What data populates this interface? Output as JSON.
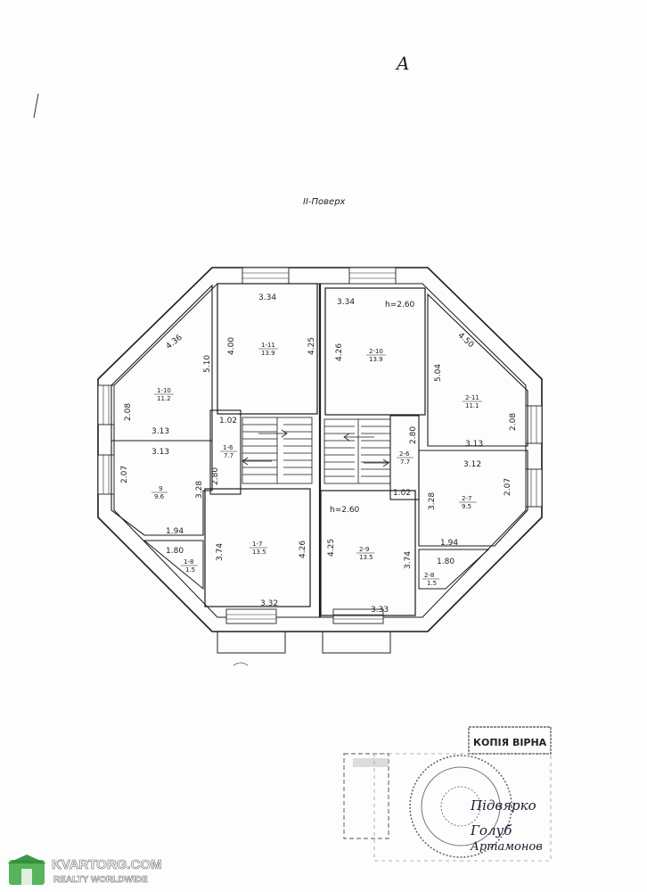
{
  "header": {
    "mark": "A",
    "floor_label": "II-Поверх"
  },
  "rooms": [
    {
      "id": "r111",
      "label": "1-11",
      "area": "13.9"
    },
    {
      "id": "r210",
      "label": "2-10",
      "area": "13.9"
    },
    {
      "id": "r110",
      "label": "1-10",
      "area": "11.2"
    },
    {
      "id": "r211",
      "label": "2-11",
      "area": "11.1"
    },
    {
      "id": "r19",
      "label": "9",
      "area": "9.6"
    },
    {
      "id": "r27",
      "label": "2-7",
      "area": "9.5"
    },
    {
      "id": "r16",
      "label": "1-6",
      "area": "7.7"
    },
    {
      "id": "r26",
      "label": "2-6",
      "area": "7.7"
    },
    {
      "id": "r17",
      "label": "1-7",
      "area": "13.5"
    },
    {
      "id": "r29",
      "label": "2-9",
      "area": "13.5"
    },
    {
      "id": "r18",
      "label": "1-8",
      "area": "1.5"
    },
    {
      "id": "r28",
      "label": "2-8",
      "area": "1.5"
    }
  ],
  "dimensions": {
    "d_334_left": "3.34",
    "d_334_right": "3.34",
    "d_h260_top": "h=2.60",
    "d_436": "4.36",
    "d_450": "4.50",
    "d_510": "5.10",
    "d_400": "4.00",
    "d_425_top": "4.25",
    "d_426_top": "4.26",
    "d_504": "5.04",
    "d_208_left": "2.08",
    "d_208_right": "2.08",
    "d_313_a": "3.13",
    "d_313_b": "3.13",
    "d_313_c": "3.13",
    "d_312": "3.12",
    "d_102_left": "1.02",
    "d_102_right": "1.02",
    "d_280_left": "2.80",
    "d_280_right": "2.80",
    "d_207_left": "2.07",
    "d_207_right": "2.07",
    "d_328_left": "3.28",
    "d_328_right": "3.28",
    "d_194_left": "1.94",
    "d_194_right": "1.94",
    "d_180_left": "1.80",
    "d_180_right": "1.80",
    "d_h260_bottom": "h=2.60",
    "d_374_left": "3.74",
    "d_374_right": "3.74",
    "d_426_bottom": "4.26",
    "d_425_bottom": "4.25",
    "d_332": "3.32",
    "d_333": "3.33"
  },
  "stamp": {
    "label": "КОПІЯ ВІРНА"
  },
  "signature": {
    "line1": "Підвярко",
    "line2": "Голуб",
    "line3": "Артамонов"
  },
  "watermark": {
    "brand": "KVARTORG.COM",
    "tagline": "REALTY WORLDWIDE",
    "accent": "#3aa640"
  }
}
